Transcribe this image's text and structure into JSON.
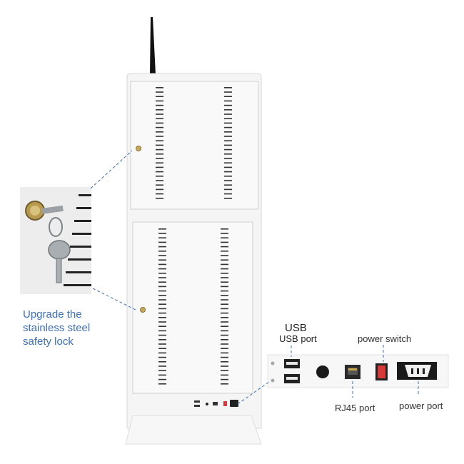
{
  "lock_caption": {
    "lines": [
      "Upgrade the",
      "stainless steel",
      "safety lock"
    ]
  },
  "ports": {
    "usb_title": "USB",
    "usb_port": "USB port",
    "power_switch": "power switch",
    "rj45_port": "RJ45 port",
    "power_port": "power port"
  },
  "colors": {
    "caption": "#3d6fb8",
    "leader_line": "#3d6fb8",
    "kiosk_body": "#f4f4f4",
    "switch_red": "#d83a3a"
  }
}
